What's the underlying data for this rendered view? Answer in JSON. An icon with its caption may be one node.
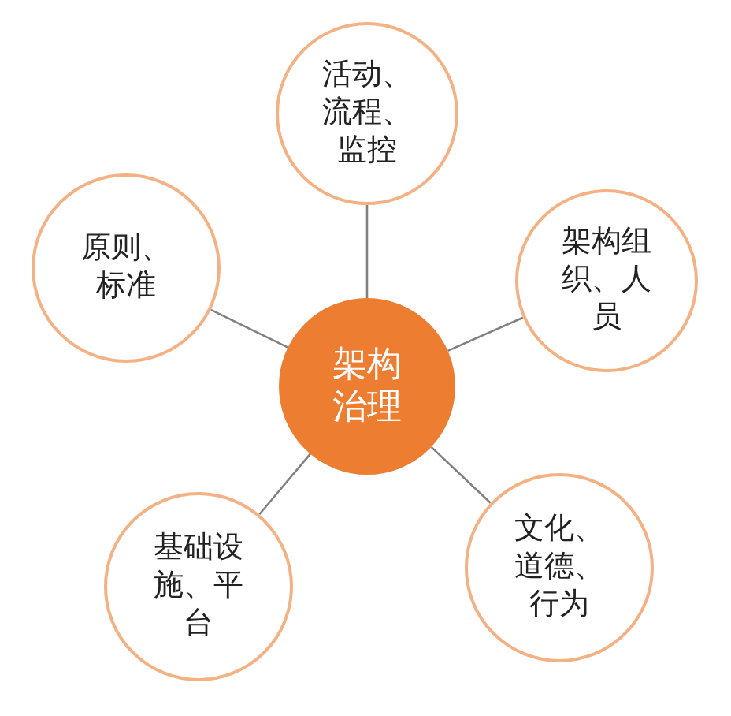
{
  "diagram": {
    "nodes": [
      {
        "text": [
          "架构治理"
        ]
      },
      {
        "text": [
          "活动、流程、监控"
        ]
      },
      {
        "text": [
          "原则、标准"
        ]
      },
      {
        "text": [
          "架构组织、人员"
        ]
      },
      {
        "text": [
          "基础设施、平台"
        ]
      },
      {
        "text": [
          "文化、道德、行为"
        ]
      }
    ],
    "edges": [
      {
        "from": 0,
        "to": 1,
        "arrow": "none"
      },
      {
        "from": 0,
        "to": 2,
        "arrow": "none"
      },
      {
        "from": 0,
        "to": 3,
        "arrow": "none"
      },
      {
        "from": 0,
        "to": 4,
        "arrow": "none"
      },
      {
        "from": 0,
        "to": 5,
        "arrow": "none"
      }
    ]
  }
}
